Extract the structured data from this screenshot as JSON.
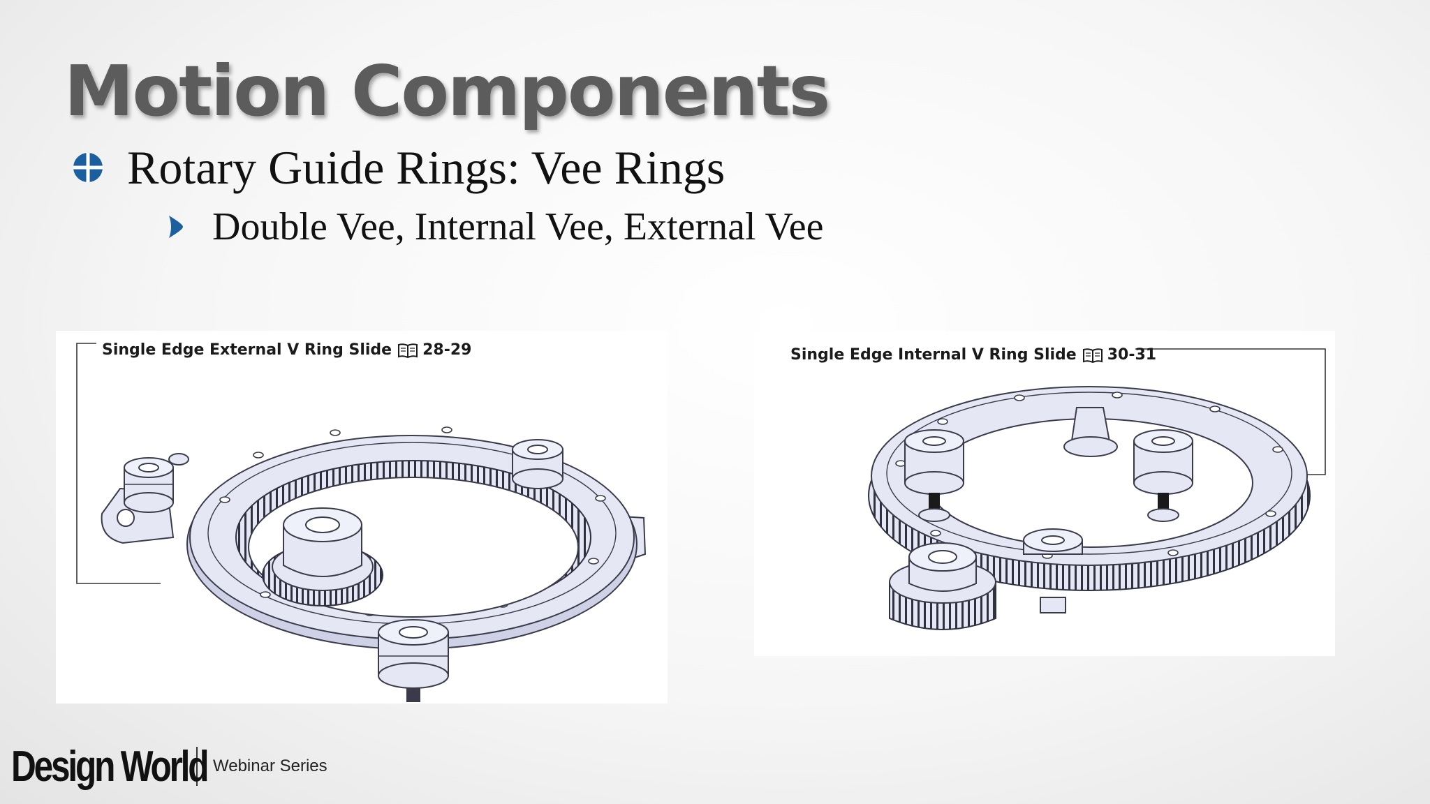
{
  "slide": {
    "title": "Motion Components",
    "bullet_level1": "Rotary Guide Rings: Vee Rings",
    "bullet_level2": "Double Vee, Internal Vee, External Vee"
  },
  "figures": {
    "left": {
      "caption": "Single Edge External V Ring Slide",
      "pages": "28-29",
      "icon": "book-icon"
    },
    "right": {
      "caption": "Single Edge Internal V Ring Slide",
      "pages": "30-31",
      "icon": "book-icon"
    }
  },
  "footer": {
    "brand": "Design World",
    "series": "Webinar Series"
  },
  "colors": {
    "title": "#5c5c5c",
    "bullet_accent": "#1b5f9e",
    "part_fill": "#e6e7f5",
    "part_stroke": "#3a3a4a"
  }
}
